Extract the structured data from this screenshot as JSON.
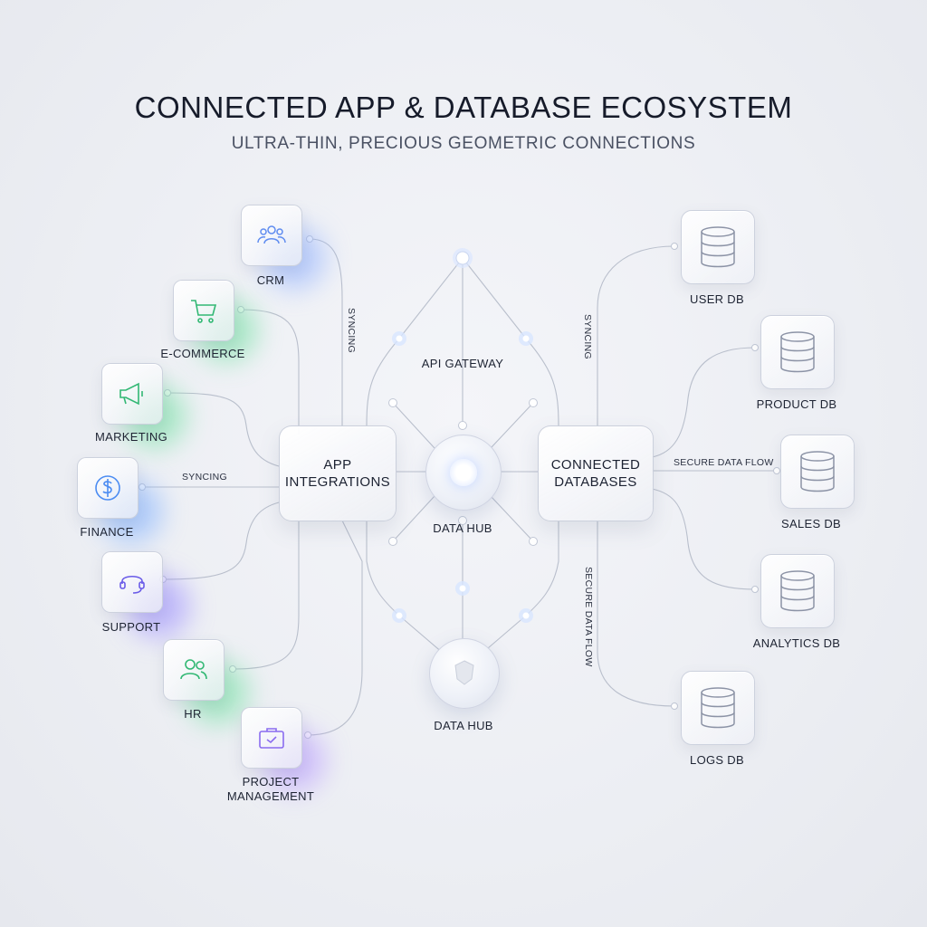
{
  "header": {
    "title": "CONNECTED APP & DATABASE ECOSYSTEM",
    "subtitle": "ULTRA-THIN, PRECIOUS GEOMETRIC CONNECTIONS"
  },
  "apps": [
    {
      "label": "CRM",
      "icon": "users-icon",
      "color": "#7aa2ff"
    },
    {
      "label": "E-COMMERCE",
      "icon": "cart-icon",
      "color": "#4fd18a"
    },
    {
      "label": "MARKETING",
      "icon": "megaphone-icon",
      "color": "#4fd18a"
    },
    {
      "label": "FINANCE",
      "icon": "dollar-icon",
      "color": "#5b9dff"
    },
    {
      "label": "SUPPORT",
      "icon": "headset-icon",
      "color": "#7b6cf6"
    },
    {
      "label": "HR",
      "icon": "people-icon",
      "color": "#4fd18a"
    },
    {
      "label": "PROJECT\nMANAGEMENT",
      "icon": "briefcase-icon",
      "color": "#9b7cf6"
    }
  ],
  "databases": [
    {
      "label": "USER DB",
      "icon": "database-icon"
    },
    {
      "label": "PRODUCT DB",
      "icon": "database-icon"
    },
    {
      "label": "SALES DB",
      "icon": "database-icon"
    },
    {
      "label": "ANALYTICS DB",
      "icon": "database-icon"
    },
    {
      "label": "LOGS DB",
      "icon": "database-icon"
    }
  ],
  "hubs": {
    "app_integrations": "APP\nINTEGRATIONS",
    "connected_databases": "CONNECTED\nDATABASES",
    "api_gateway": "API GATEWAY",
    "data_hub_center": "DATA HUB",
    "data_hub_lower": "DATA HUB"
  },
  "edge_labels": {
    "syncing_top_left": "SYNCING",
    "syncing_finance": "SYNCING",
    "syncing_top_right": "SYNCING",
    "secure_flow_right": "SECURE DATA FLOW",
    "secure_flow_vertical": "SECURE DATA FLOW"
  },
  "colors": {
    "wire": "#b9bfcc",
    "node_glow": "#cfe0ff",
    "icon_db": "#8c93a6"
  }
}
